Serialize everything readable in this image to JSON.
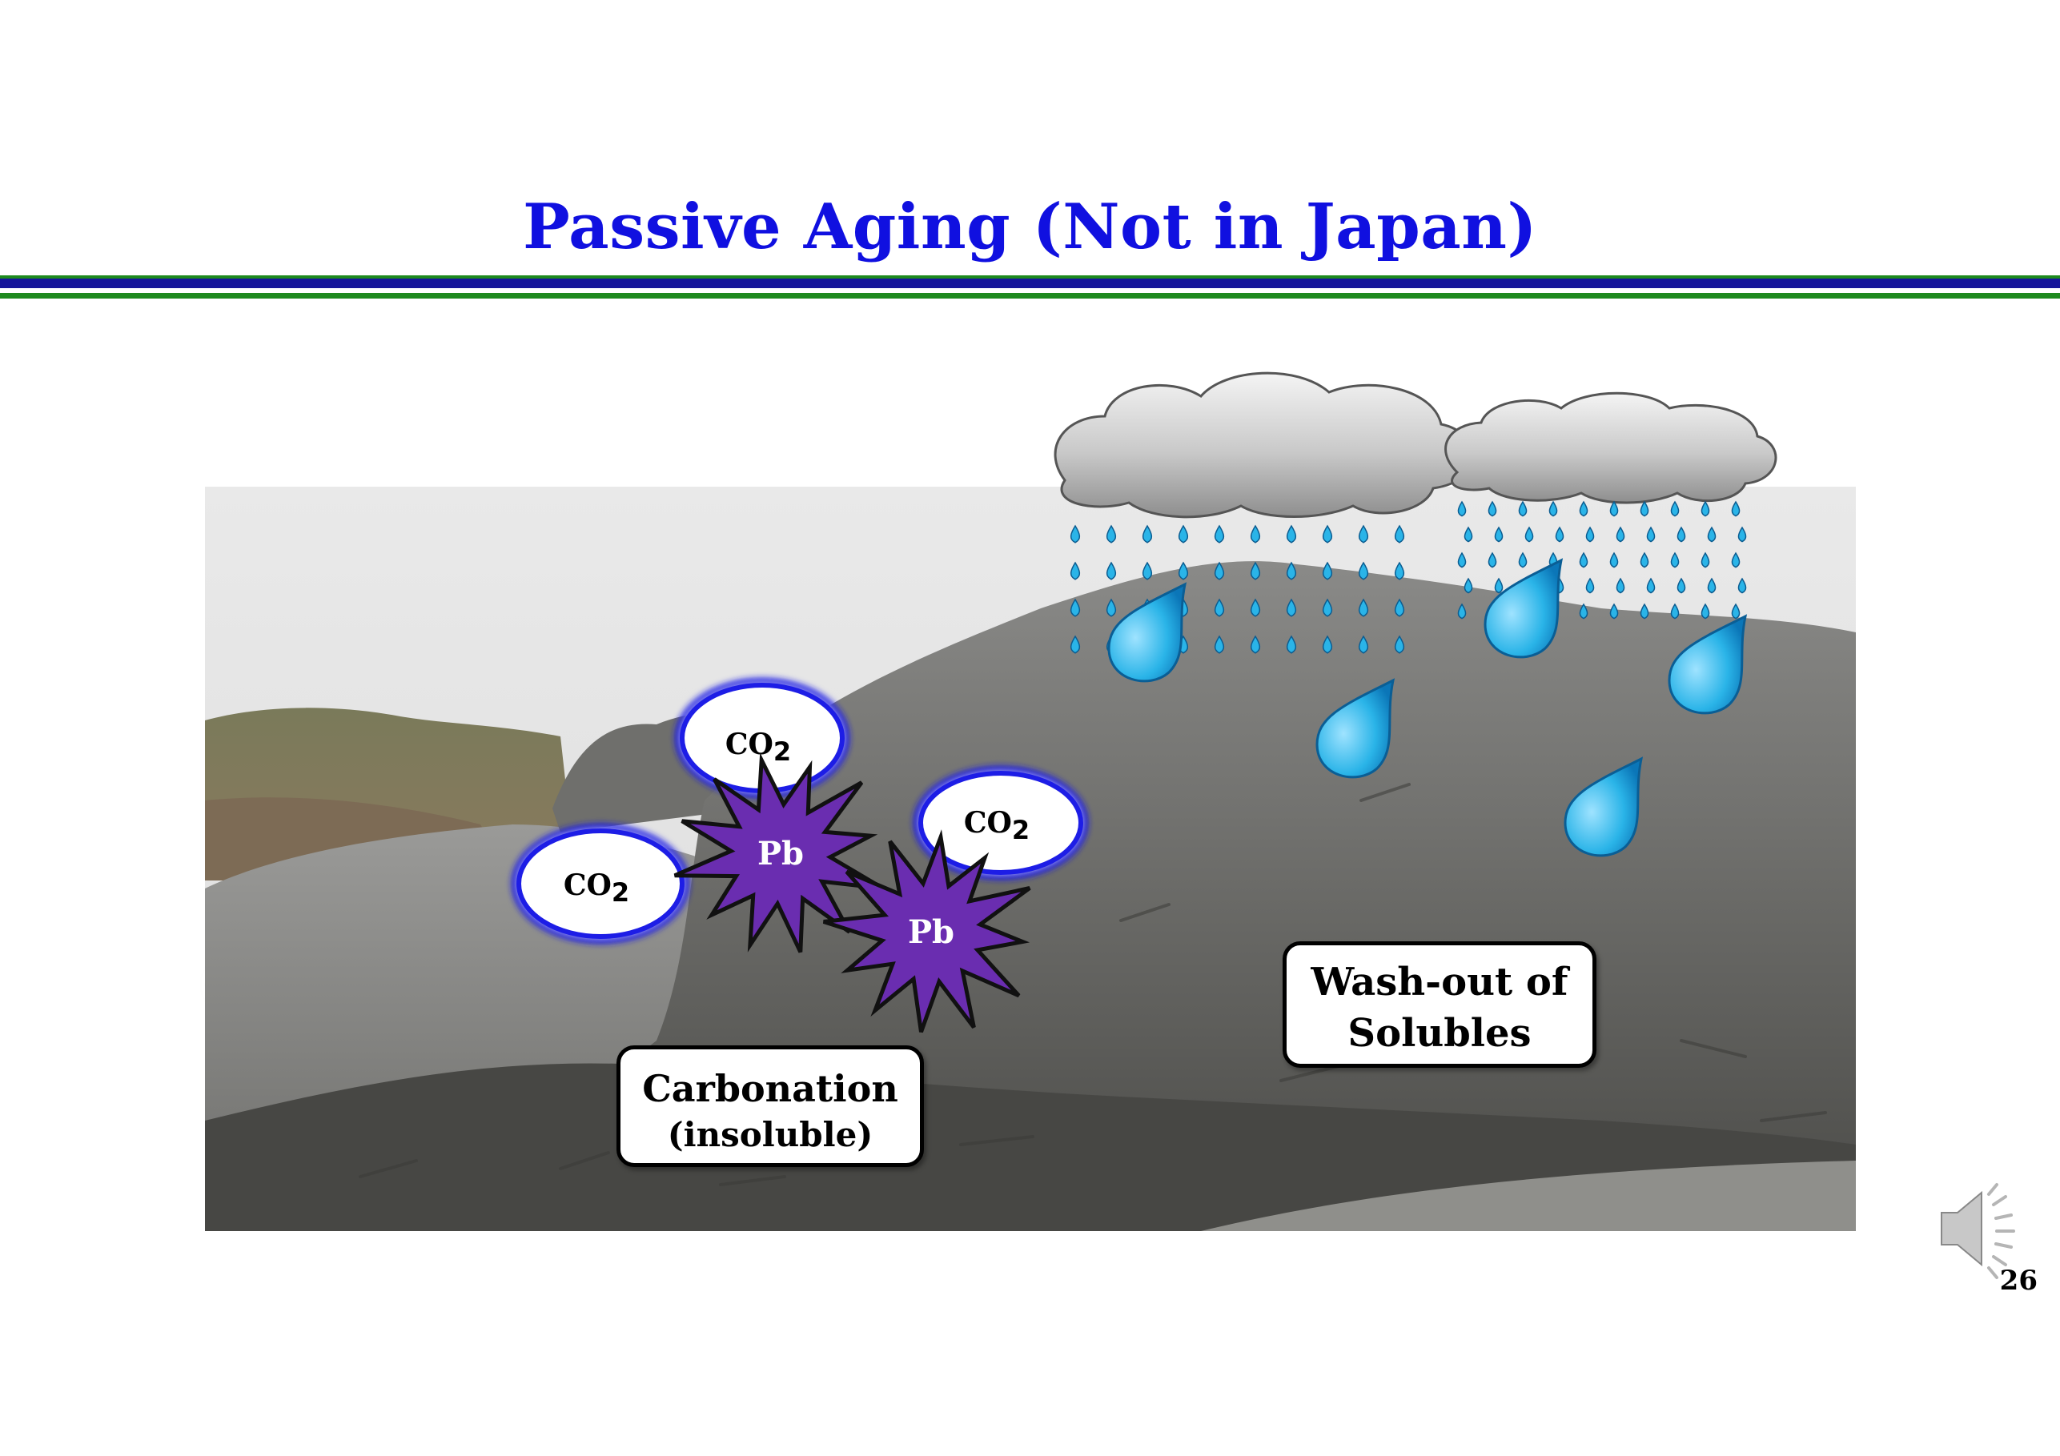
{
  "slide": {
    "title": "Passive Aging (Not in Japan)",
    "page_number": "26"
  },
  "labels": {
    "co2_main": "CO",
    "co2_sub": "2",
    "pb": "Pb",
    "carbonation_line1": "Carbonation",
    "carbonation_line2": "(insoluble)",
    "washout_line1": "Wash-out of",
    "washout_line2": "Solubles"
  },
  "icons": {
    "speaker": "speaker-icon",
    "cloud": "cloud-icon",
    "raindrop": "raindrop-icon"
  },
  "colors": {
    "title": "#1010e0",
    "rule_blue": "#16169a",
    "rule_green": "#1e8a1e",
    "pb_star": "#6a2db0",
    "co2_outline": "#1d1de6",
    "drop": "#2ab4e8"
  }
}
